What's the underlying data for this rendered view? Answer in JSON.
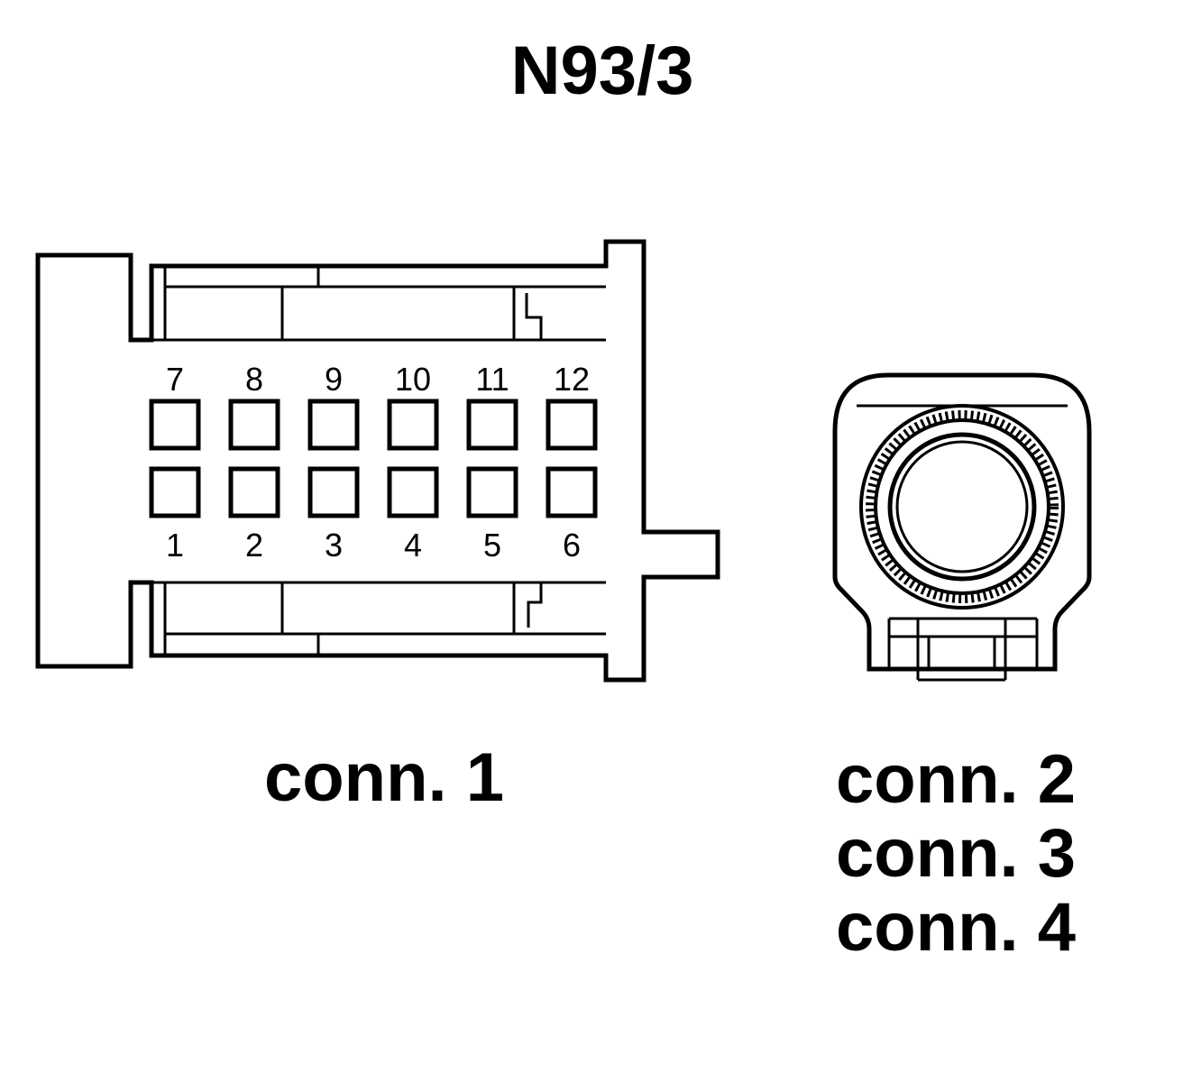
{
  "title": "N93/3",
  "connector1": {
    "label": "conn. 1",
    "pins_top": [
      "7",
      "8",
      "9",
      "10",
      "11",
      "12"
    ],
    "pins_bottom": [
      "1",
      "2",
      "3",
      "4",
      "5",
      "6"
    ]
  },
  "connector2": {
    "labels": [
      "conn. 2",
      "conn. 3",
      "conn. 4"
    ]
  }
}
